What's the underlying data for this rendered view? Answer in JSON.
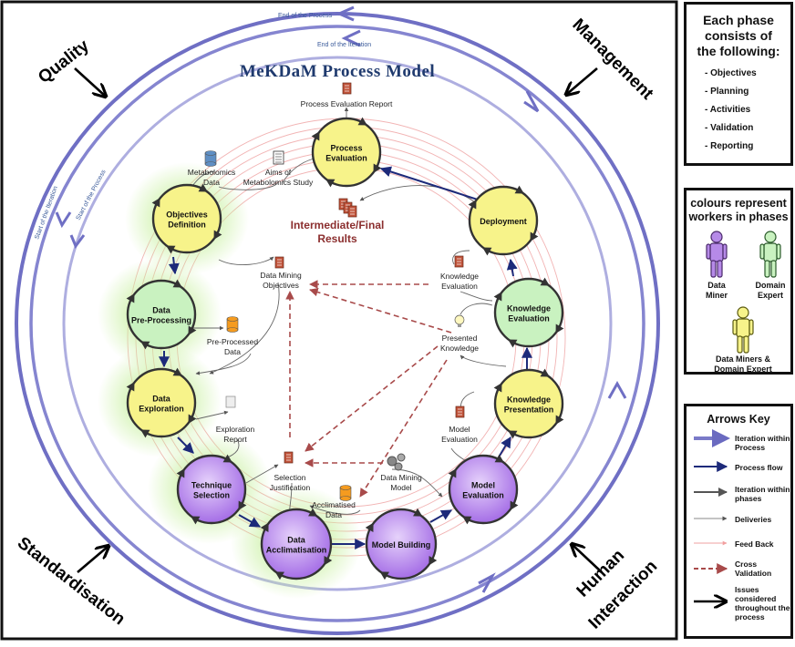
{
  "title": "MeKDaM Process Model",
  "outer_labels": {
    "end_process": "End of the Process",
    "end_iteration": "End of the Iteration",
    "start_process": "Start of the Process",
    "start_iteration": "Start of the Iteration"
  },
  "corners": {
    "quality": "Quality",
    "management": "Management",
    "standardisation": "Standardisation",
    "human_interaction_1": "Human",
    "human_interaction_2": "Interaction"
  },
  "phases": {
    "process_evaluation": [
      "Process",
      "Evaluation"
    ],
    "objectives_definition": [
      "Objectives",
      "Definition"
    ],
    "data_preprocessing": [
      "Data",
      "Pre-Processing"
    ],
    "data_exploration": [
      "Data",
      "Exploration"
    ],
    "technique_selection": [
      "Technique",
      "Selection"
    ],
    "data_acclimatisation": [
      "Data",
      "Acclimatisation"
    ],
    "model_building": [
      "Model Building"
    ],
    "model_evaluation": [
      "Model",
      "Evaluation"
    ],
    "knowledge_presentation": [
      "Knowledge",
      "Presentation"
    ],
    "knowledge_evaluation": [
      "Knowledge",
      "Evaluation"
    ],
    "deployment": [
      "Deployment"
    ]
  },
  "deliverables": {
    "process_evaluation_report": [
      "Process Evaluation Report"
    ],
    "metabolomics_data": [
      "Metabolomics",
      "Data"
    ],
    "aims": [
      "Aims of",
      "Metabolomics Study"
    ],
    "intermediate_results": [
      "Intermediate/Final",
      "Results"
    ],
    "dm_objectives": [
      "Data Mining",
      "Objectives"
    ],
    "knowledge_evaluation_doc": [
      "Knowledge",
      "Evaluation"
    ],
    "presented_knowledge": [
      "Presented",
      "Knowledge"
    ],
    "preprocessed_data": [
      "Pre-Processed",
      "Data"
    ],
    "exploration_report": [
      "Exploration",
      "Report"
    ],
    "model_evaluation_doc": [
      "Model",
      "Evaluation"
    ],
    "selection_justification": [
      "Selection",
      "Justification"
    ],
    "dm_model": [
      "Data Mining",
      "Model"
    ],
    "acclimatised_data": [
      "Acclimatised",
      "Data"
    ]
  },
  "phase_box": {
    "title_lines": [
      "Each phase",
      "consists of",
      "the following:"
    ],
    "items": [
      "- Objectives",
      "- Planning",
      "- Activities",
      "- Validation",
      "- Reporting"
    ]
  },
  "workers_box": {
    "title_lines": [
      "colours represent",
      "workers in phases"
    ],
    "data_miner": [
      "Data",
      "Miner"
    ],
    "domain_expert": [
      "Domain",
      "Expert"
    ],
    "both": [
      "Data Miners &",
      "Domain Expert"
    ]
  },
  "arrows_key": {
    "title": "Arrows Key",
    "items": [
      [
        "Iteration within",
        "Process"
      ],
      [
        "Process flow"
      ],
      [
        "Iteration within",
        "phases"
      ],
      [
        "Deliveries"
      ],
      [
        "Feed Back"
      ],
      [
        "Cross",
        "Validation"
      ],
      [
        "Issues",
        "considered",
        "throughout the",
        "process"
      ]
    ]
  },
  "colors": {
    "yellow_phase": "#f7f38a",
    "green_phase": "#c9f2c0",
    "purple_phase": "#bf8ff0",
    "title_blue": "#1f3a6e",
    "results_red": "#8b2e2e",
    "iteration_blue": "#7a7ac8",
    "process_flow": "#1d2a7a",
    "feedback_pink": "#f2b4b4",
    "cross_validation": "#a84a4a"
  }
}
